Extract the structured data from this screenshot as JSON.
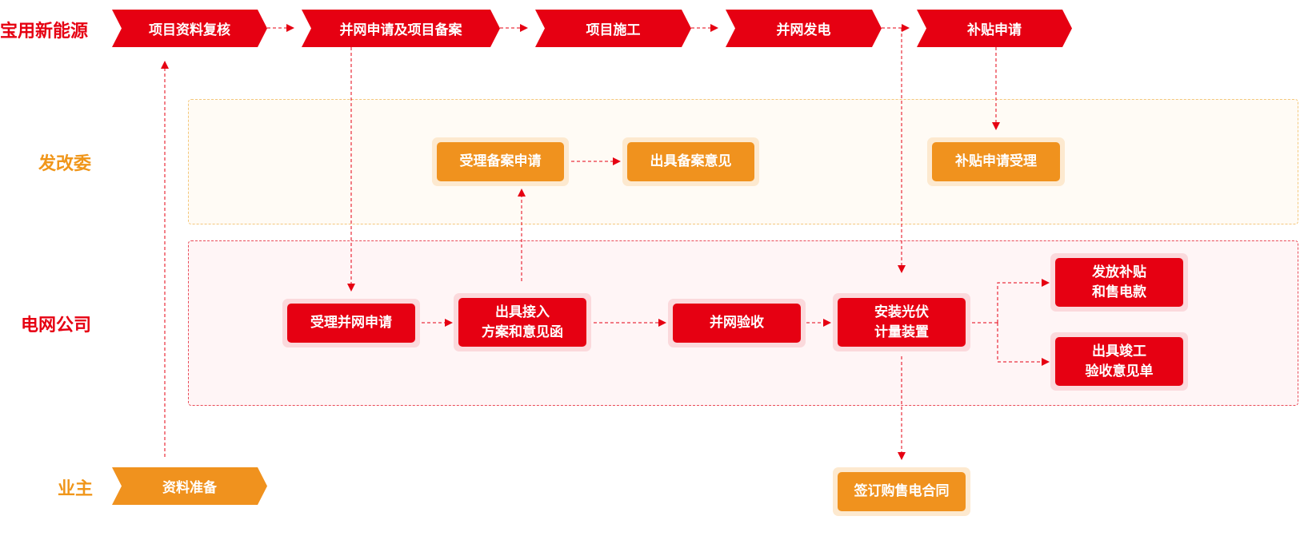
{
  "lanes": {
    "company": "宝用新能源",
    "fgw": "发改委",
    "grid": "电网公司",
    "owner": "业主"
  },
  "top_steps": [
    "项目资料复核",
    "并网申请及项目备案",
    "项目施工",
    "并网发电",
    "补贴申请"
  ],
  "fgw_boxes": {
    "accept_filing": "受理备案申请",
    "issue_filing": "出具备案意见",
    "subsidy_accept": "补贴申请受理"
  },
  "grid_boxes": {
    "accept_grid": "受理并网申请",
    "access_plan_l1": "出具接入",
    "access_plan_l2": "方案和意见函",
    "grid_acceptance": "并网验收",
    "meter_l1": "安装光伏",
    "meter_l2": "计量装置",
    "subsidy_l1": "发放补贴",
    "subsidy_l2": "和售电款",
    "completion_l1": "出具竣工",
    "completion_l2": "验收意见单"
  },
  "owner_step": "资料准备",
  "contract_box": "签订购售电合同",
  "colors": {
    "red": "#e60012",
    "orange": "#f0921e"
  }
}
